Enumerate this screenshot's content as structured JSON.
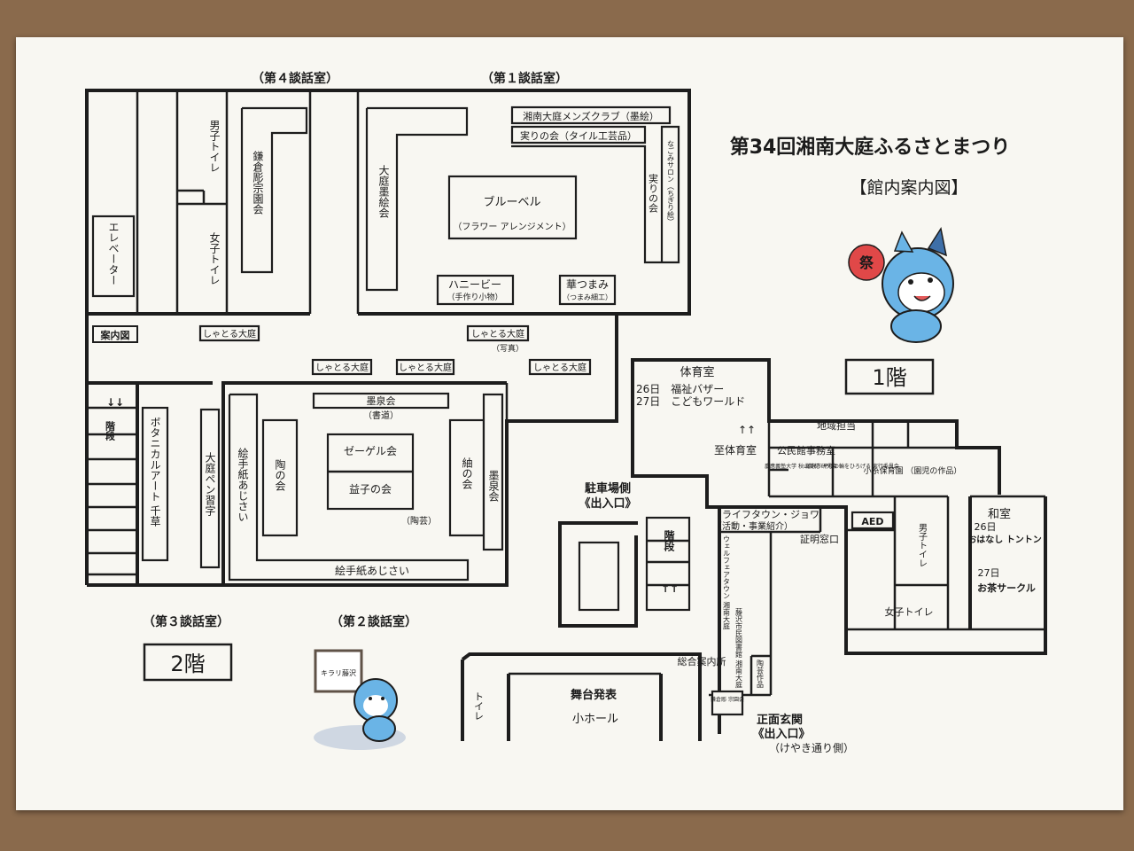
{
  "title": "第34回湘南大庭ふるさとまつり",
  "subtitle": "【館内案内図】",
  "floors": {
    "first": "1階",
    "second": "2階"
  },
  "rooms": {
    "meeting4": "（第４談話室）",
    "meeting1": "（第１談話室）",
    "meeting3": "（第３談話室）",
    "meeting2": "（第２談話室）",
    "elevator": "エレベーター",
    "mens_toilet_left": "男子トイレ",
    "womens_toilet_left": "女子トイレ",
    "kamakura": "鎌倉彫宗園会",
    "oba_sumie": "大庭墨絵会",
    "mens_club": "湘南大庭メンズクラブ（墨絵）",
    "minori_tile": "実りの会（タイル工芸品）",
    "minori": "実りの会",
    "nagomi": "なごみサロン（ちぎり絵）",
    "bluebell": "ブルーベル",
    "bluebell_sub": "（フラワー アレンジメント）",
    "honeybee": "ハニービー",
    "honeybee_sub": "（手作り小物）",
    "hanatsumami": "華つまみ",
    "hanatsumami_sub": "（つまみ細工）",
    "info": "案内図",
    "shatoru1": "しゃとる大庭",
    "shatoru2": "しゃとる大庭",
    "shatoru2_sub": "（写真）",
    "shatoru3": "しゃとる大庭",
    "shatoru4": "しゃとる大庭",
    "shatoru5": "しゃとる大庭",
    "stairs_left": "階段",
    "botanical": "ボタニカルアート 千草",
    "pen": "大庭ペン習字",
    "etegami_left": "絵手紙あじさい",
    "tounokai": "陶の会",
    "bokusen_top": "墨泉会",
    "bokusen_top_sub": "（書道）",
    "zegeru": "ゼーゲル会",
    "mashiko": "益子の会",
    "tougei": "（陶芸）",
    "tsumugi": "紬の会",
    "bokusen_right": "墨泉会",
    "etegami_bottom": "絵手紙あじさい",
    "gym": "体育室",
    "gym_26": "26日　福祉バザー",
    "gym_27": "27日　こどもワールド",
    "to_gym": "至体育室",
    "chiiki": "地域担当",
    "kominkan": "公民館事務室",
    "keio": "慶應義塾大学 秋山美紀 研究会",
    "fujisawa": "藤沢市 平和の輪をひろげる 実行委員会",
    "koito": "小糸保育園 （園児の作品）",
    "parking": "駐車場側",
    "parking_sub": "《出入口》",
    "stairs_center": "階段",
    "lifetown": "ライフタウン・ジョワ",
    "lifetown_sub": "（活動・事業紹介）",
    "shomei": "証明窓口",
    "aed": "AED",
    "mens_toilet_right": "男子トイレ",
    "womens_toilet_right": "女子トイレ",
    "washitsu": "和室",
    "washitsu_26": "26日",
    "ohanashi": "おはなし トントン",
    "washitsu_27": "27日",
    "ocha": "お茶サークル",
    "wellfair": "ウェルフェアタウン 湘南大庭",
    "library": "藤沢市民図書館 湘南大庭",
    "sogo": "総合案内所",
    "tougei_sakuhin": "陶芸作品",
    "kamakura_small": "鎌倉彫 宗園会",
    "entrance": "正面玄関",
    "entrance_sub": "《出入口》",
    "entrance_note": "（けやき通り側）",
    "stage": "舞台発表",
    "small_hall": "小ホール",
    "toilet_bottom": "トイレ",
    "fan_char": "祭",
    "sign_text": "キラリ藤沢"
  }
}
